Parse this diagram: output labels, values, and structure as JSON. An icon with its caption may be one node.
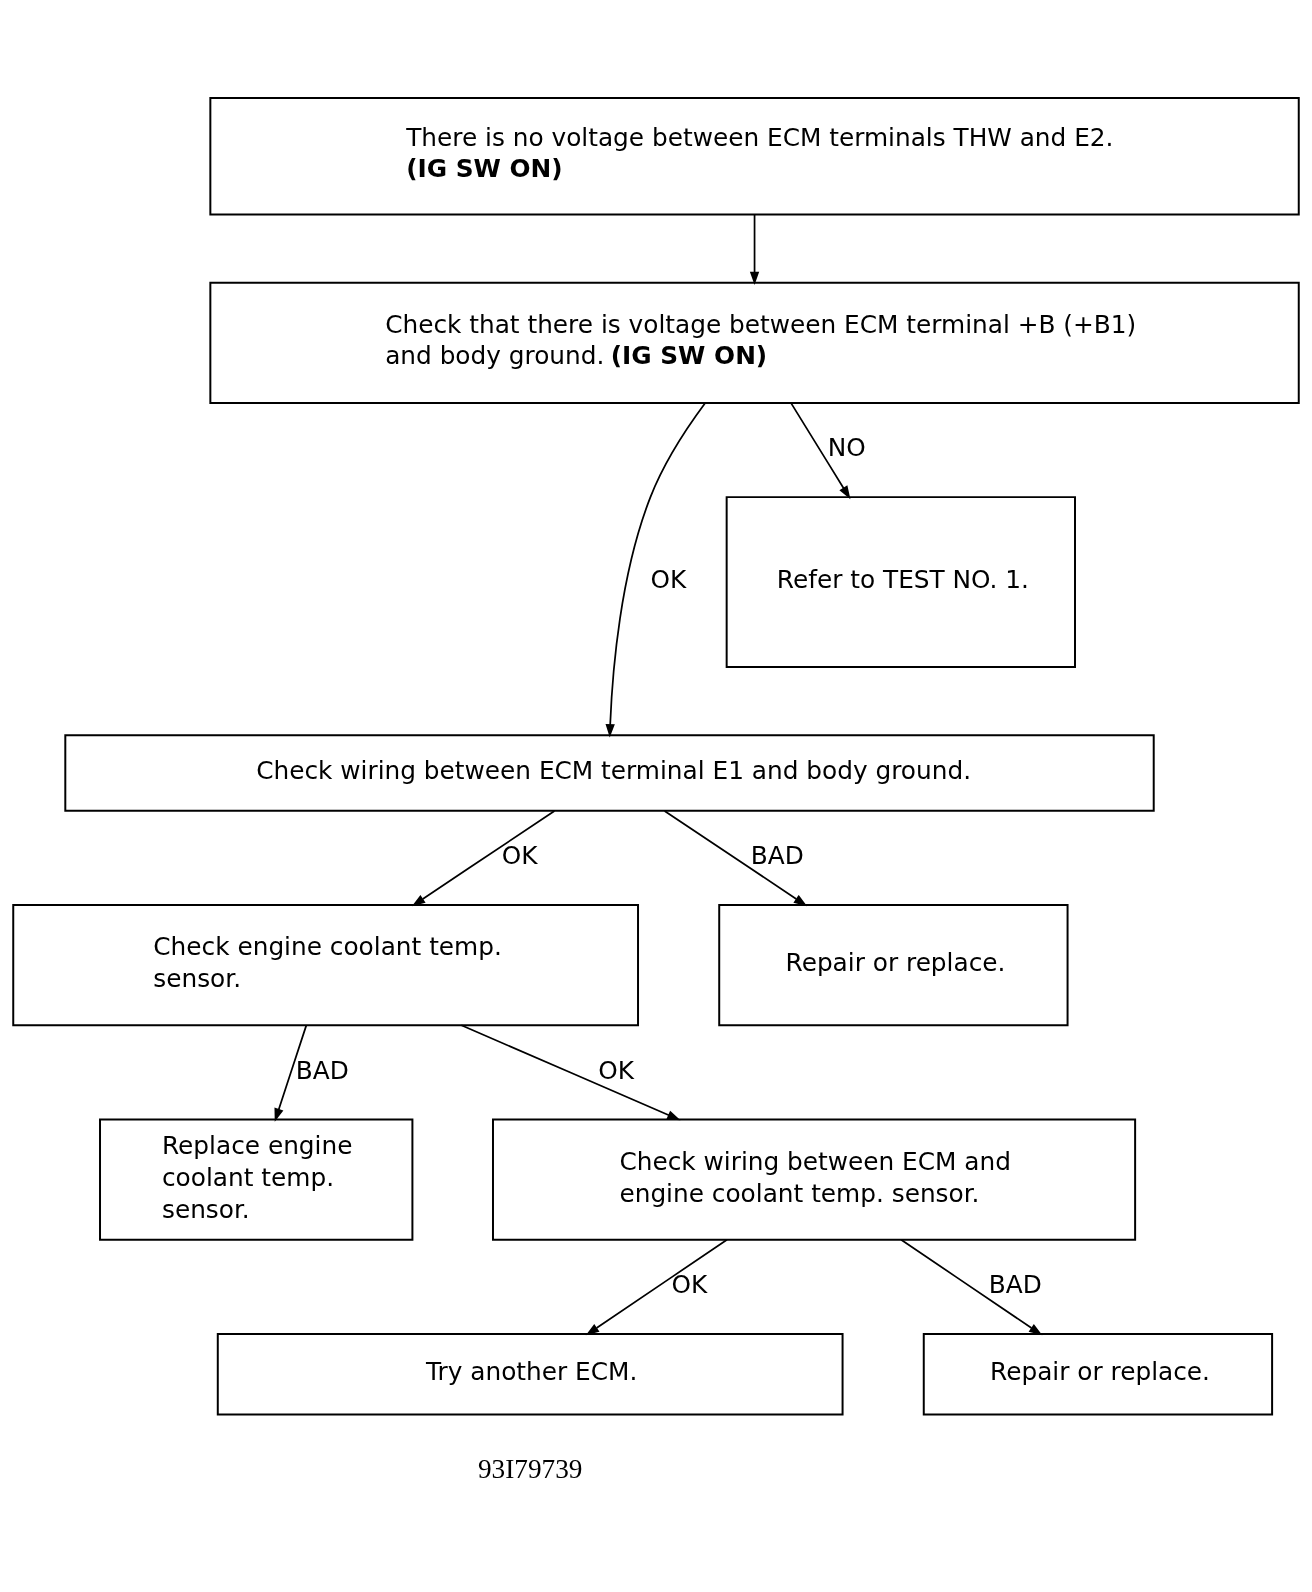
{
  "diagram": {
    "nodes": [
      {
        "text": [
          "There is no voltage between ECM terminals THW and E2.",
          "(IG SW ON)"
        ]
      },
      {
        "text": [
          "Check that there is voltage between ECM terminal +B (+B1) and body ground. **(IG SW ON)**"
        ]
      },
      {
        "text": [
          "Refer to TEST NO. 1."
        ]
      },
      {
        "text": [
          "Check wiring between ECM terminal E1 and body ground."
        ]
      },
      {
        "text": [
          "Check engine coolant temp. sensor."
        ]
      },
      {
        "text": [
          "Repair or replace."
        ]
      },
      {
        "text": [
          "Replace engine coolant temp. sensor."
        ]
      },
      {
        "text": [
          "Check wiring between ECM and engine coolant temp. sensor."
        ]
      },
      {
        "text": [
          "Try another ECM."
        ]
      },
      {
        "text": [
          "Repair or replace."
        ]
      }
    ],
    "edges": [
      {
        "from": 0,
        "to": 1,
        "arrow": "to"
      },
      {
        "from": 1,
        "to": 3,
        "arrow": "to",
        "label": "OK"
      },
      {
        "from": 1,
        "to": 2,
        "arrow": "to",
        "label": "NO"
      },
      {
        "from": 3,
        "to": 4,
        "arrow": "to",
        "label": "OK"
      },
      {
        "from": 3,
        "to": 5,
        "arrow": "to",
        "label": "BAD"
      },
      {
        "from": 4,
        "to": 6,
        "arrow": "to",
        "label": "BAD"
      },
      {
        "from": 4,
        "to": 7,
        "arrow": "to",
        "label": "OK"
      },
      {
        "from": 7,
        "to": 8,
        "arrow": "to",
        "label": "OK"
      },
      {
        "from": 7,
        "to": 9,
        "arrow": "to",
        "label": "BAD"
      }
    ],
    "labels": [
      "93I79739"
    ]
  }
}
